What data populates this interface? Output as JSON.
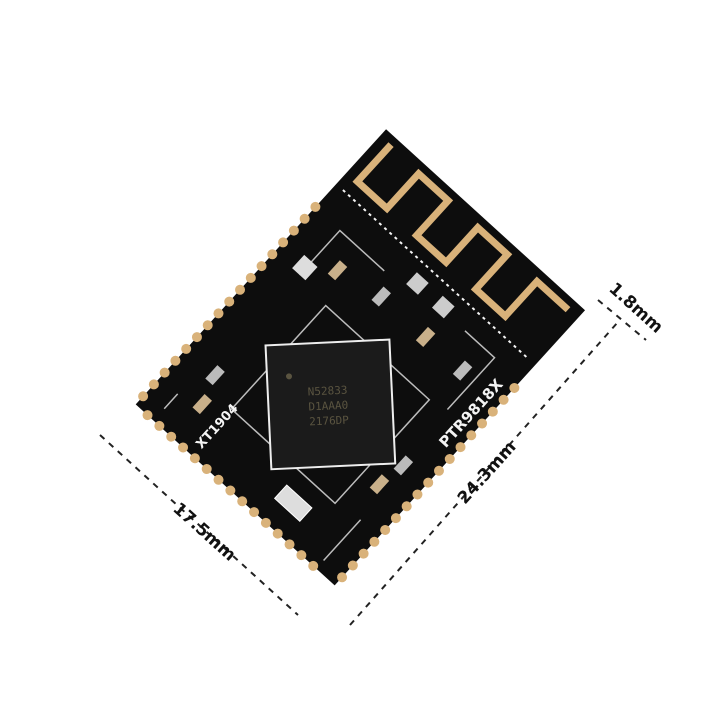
{
  "dimensions": {
    "width_label": "17.5mm",
    "length_label": "24.3mm",
    "thickness_label": "1.8mm"
  },
  "board": {
    "silkscreen_left": "XT1904",
    "silkscreen_right": "PTR9818X",
    "chip_lines": [
      "N52833",
      "D1AAA0",
      "2176DP"
    ]
  },
  "colors": {
    "pcb": "#0d0d0d",
    "gold": "#d9b27a",
    "silk": "#f4f4f4",
    "dimension": "#111111"
  }
}
